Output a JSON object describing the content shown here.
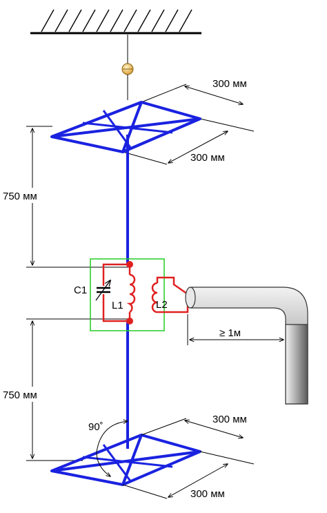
{
  "labels": {
    "dim_top_right": "300 мм",
    "dim_top_lower": "300 мм",
    "dim_upper_height": "750 мм",
    "dim_lower_height": "750 мм",
    "dim_bottom_right": "300 мм",
    "dim_bottom_lower": "300 мм",
    "capacitor": "C1",
    "coil_l1": "L1",
    "coil_l2": "L2",
    "cable_distance": "≥ 1м",
    "angle": "90˚"
  },
  "colors": {
    "antenna": "#1a22e0",
    "circuit": "#e02020",
    "circuit_box": "#22cc22",
    "cable_light": "#e6e6e6",
    "cable_dark": "#707070",
    "insulator": "#e8b040",
    "lines": "#000000"
  },
  "icons": [
    "ceiling-hatch",
    "insulator-icon",
    "variable-capacitor-icon",
    "coil-icon",
    "coax-cable-icon"
  ]
}
